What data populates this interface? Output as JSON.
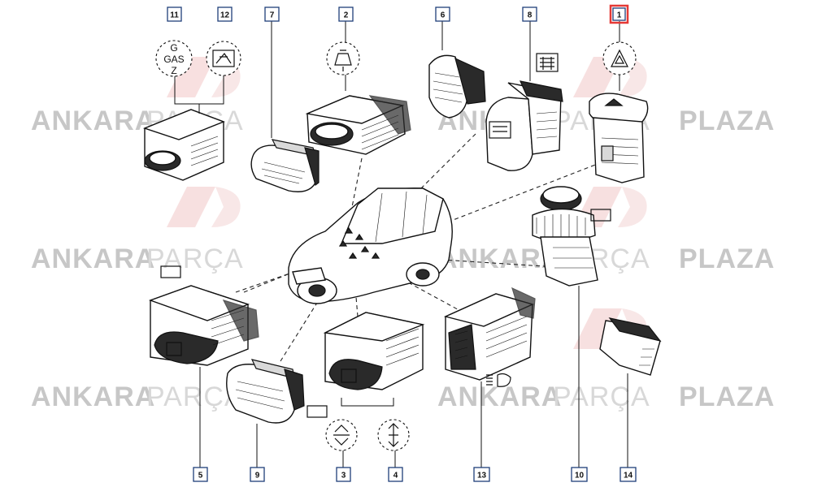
{
  "watermark": {
    "left_word": "ANKARA",
    "middle_word": "PARÇA",
    "right_word": "PLAZA",
    "color_dark": "#9a9a9a",
    "color_light": "#b9b9b9",
    "logo_color": "#f2c7c7"
  },
  "gas_symbol": {
    "line1": "G",
    "line2": "GAS",
    "line3": "Z"
  },
  "callouts": [
    {
      "number": "11",
      "highlighted": false
    },
    {
      "number": "12",
      "highlighted": false
    },
    {
      "number": "7",
      "highlighted": false
    },
    {
      "number": "2",
      "highlighted": false
    },
    {
      "number": "6",
      "highlighted": false
    },
    {
      "number": "8",
      "highlighted": false
    },
    {
      "number": "1",
      "highlighted": true
    },
    {
      "number": "5",
      "highlighted": false
    },
    {
      "number": "9",
      "highlighted": false
    },
    {
      "number": "3",
      "highlighted": false
    },
    {
      "number": "4",
      "highlighted": false
    },
    {
      "number": "13",
      "highlighted": false
    },
    {
      "number": "10",
      "highlighted": false
    },
    {
      "number": "14",
      "highlighted": false
    }
  ],
  "colors": {
    "callout_border": "#1f3f7a",
    "highlight": "#e53935",
    "line": "#111111"
  },
  "icons": [
    "gas-switch-icon",
    "seat-heat-icon",
    "interior-light-icon",
    "rear-defrost-icon",
    "hazard-warning-icon",
    "window-lift-icon",
    "headlamp-level-icon",
    "seat-up-down-icon"
  ]
}
